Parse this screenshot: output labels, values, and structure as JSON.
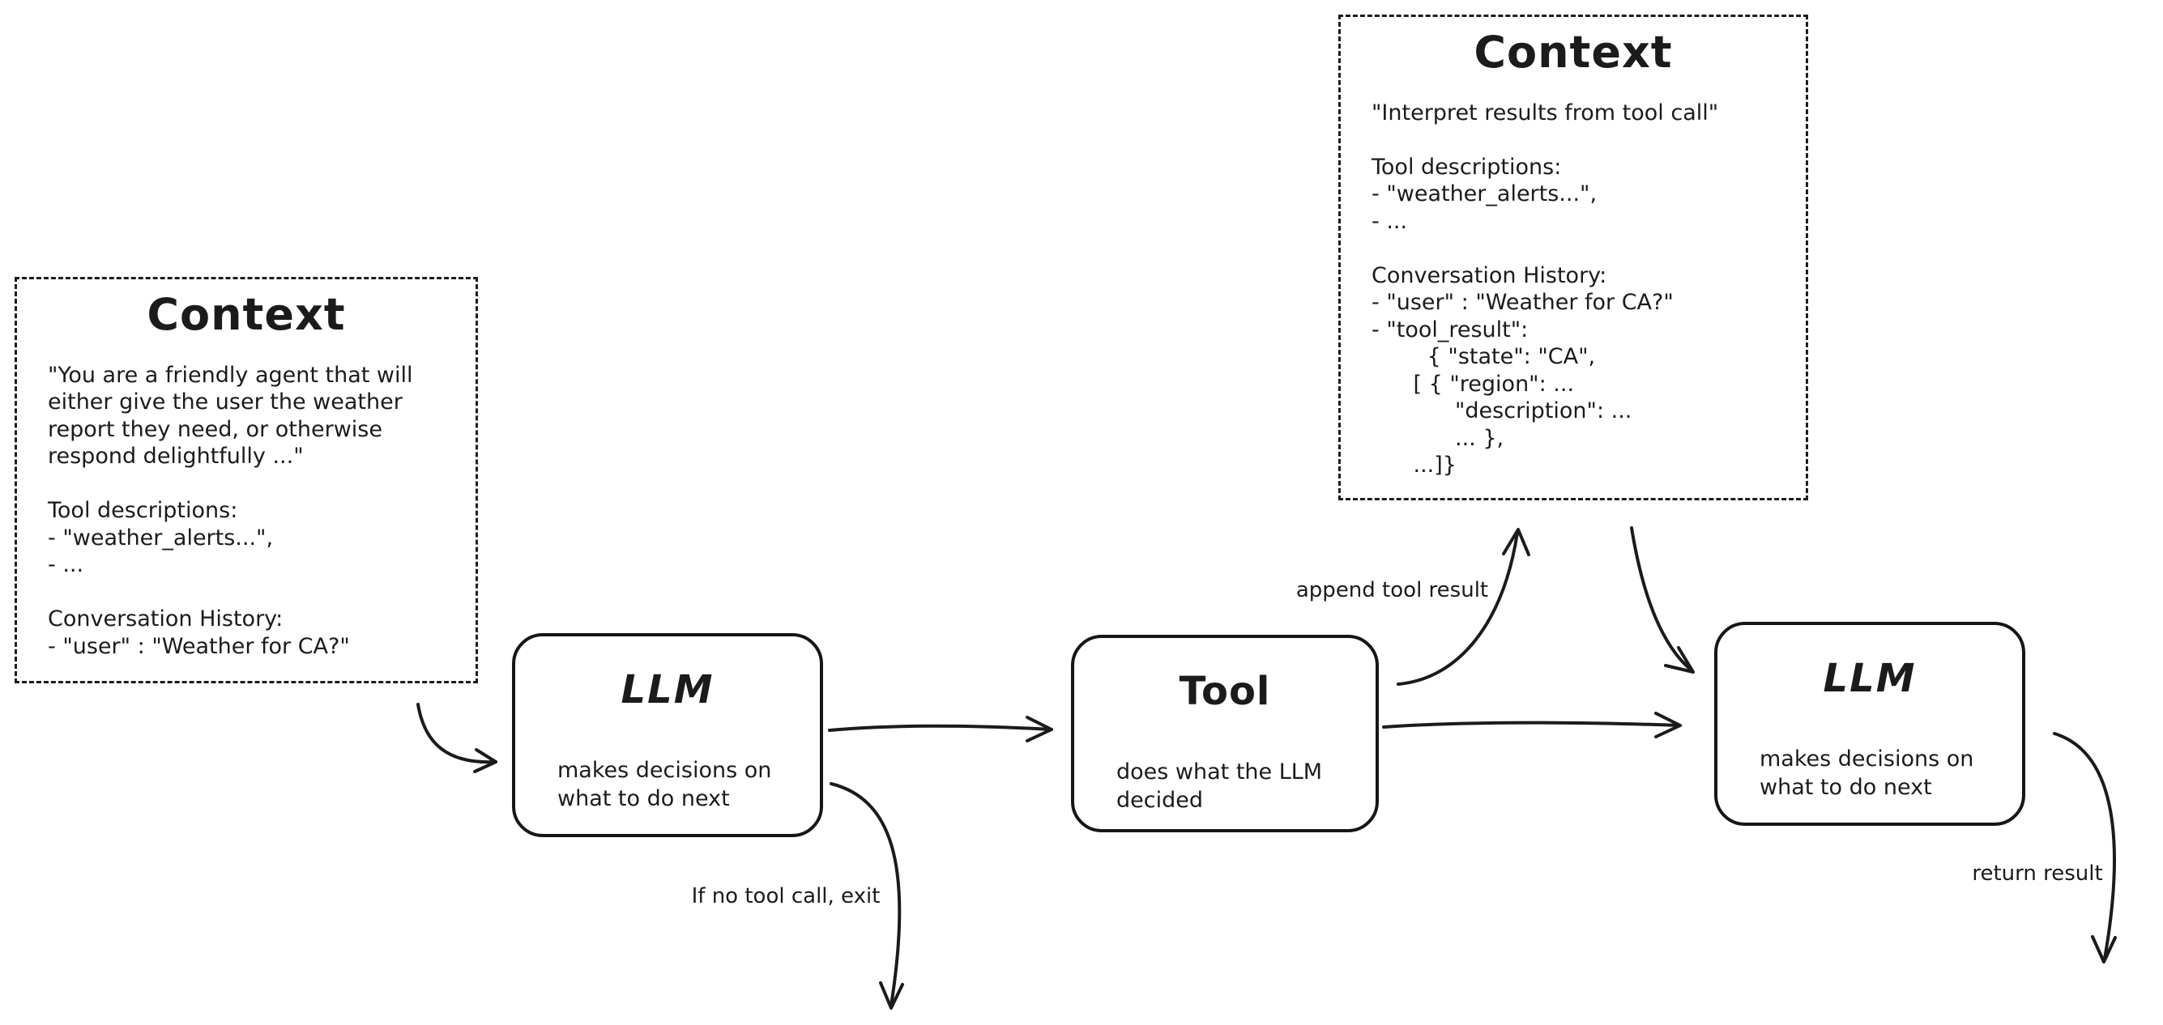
{
  "canvas": {
    "background": "#ffffff",
    "ink": "#1b1b1b"
  },
  "context_left": {
    "title": "Context",
    "body": "\"You are a friendly agent that will\neither give the user the weather\nreport they need, or otherwise\nrespond delightfully ...\"\n\nTool descriptions:\n- \"weather_alerts...\",\n- ...\n\nConversation History:\n- \"user\" : \"Weather for CA?\""
  },
  "context_top": {
    "title": "Context",
    "body": "\"Interpret results from tool call\"\n\nTool descriptions:\n- \"weather_alerts...\",\n- ...\n\nConversation History:\n- \"user\" : \"Weather for CA?\"\n- \"tool_result\":\n        { \"state\": \"CA\",\n      [ { \"region\": ...\n            \"description\": ...\n            ... },\n      ...]}"
  },
  "nodes": {
    "llm1": {
      "title": "LLM",
      "description": "makes decisions on\nwhat to do next"
    },
    "tool": {
      "title": "Tool",
      "description": "does what the LLM\ndecided"
    },
    "llm2": {
      "title": "LLM",
      "description": "makes decisions on\nwhat to do next"
    }
  },
  "edge_labels": {
    "exit": "If no tool call, exit",
    "append_tool_result": "append tool result",
    "return_result": "return result"
  }
}
